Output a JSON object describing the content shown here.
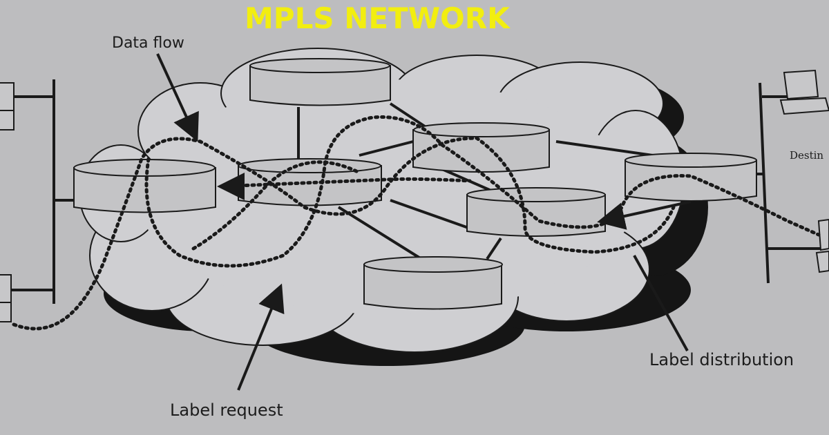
{
  "diagram": {
    "title": "MPLS NETWORK",
    "labels": {
      "data_flow": "Data flow",
      "label_request": "Label request",
      "label_distribution": "Label distribution",
      "destination": "Destin"
    },
    "colors": {
      "title": "#f2ee10",
      "paper": "#bdbdbf",
      "cloud_fill": "#cfcfd2",
      "cloud_shadow": "#151515",
      "router_fill": "#c4c4c6",
      "ink": "#1a1a1a"
    },
    "icons": [
      "computer-icon",
      "router-icon",
      "cloud-icon",
      "arrow-icon"
    ]
  }
}
